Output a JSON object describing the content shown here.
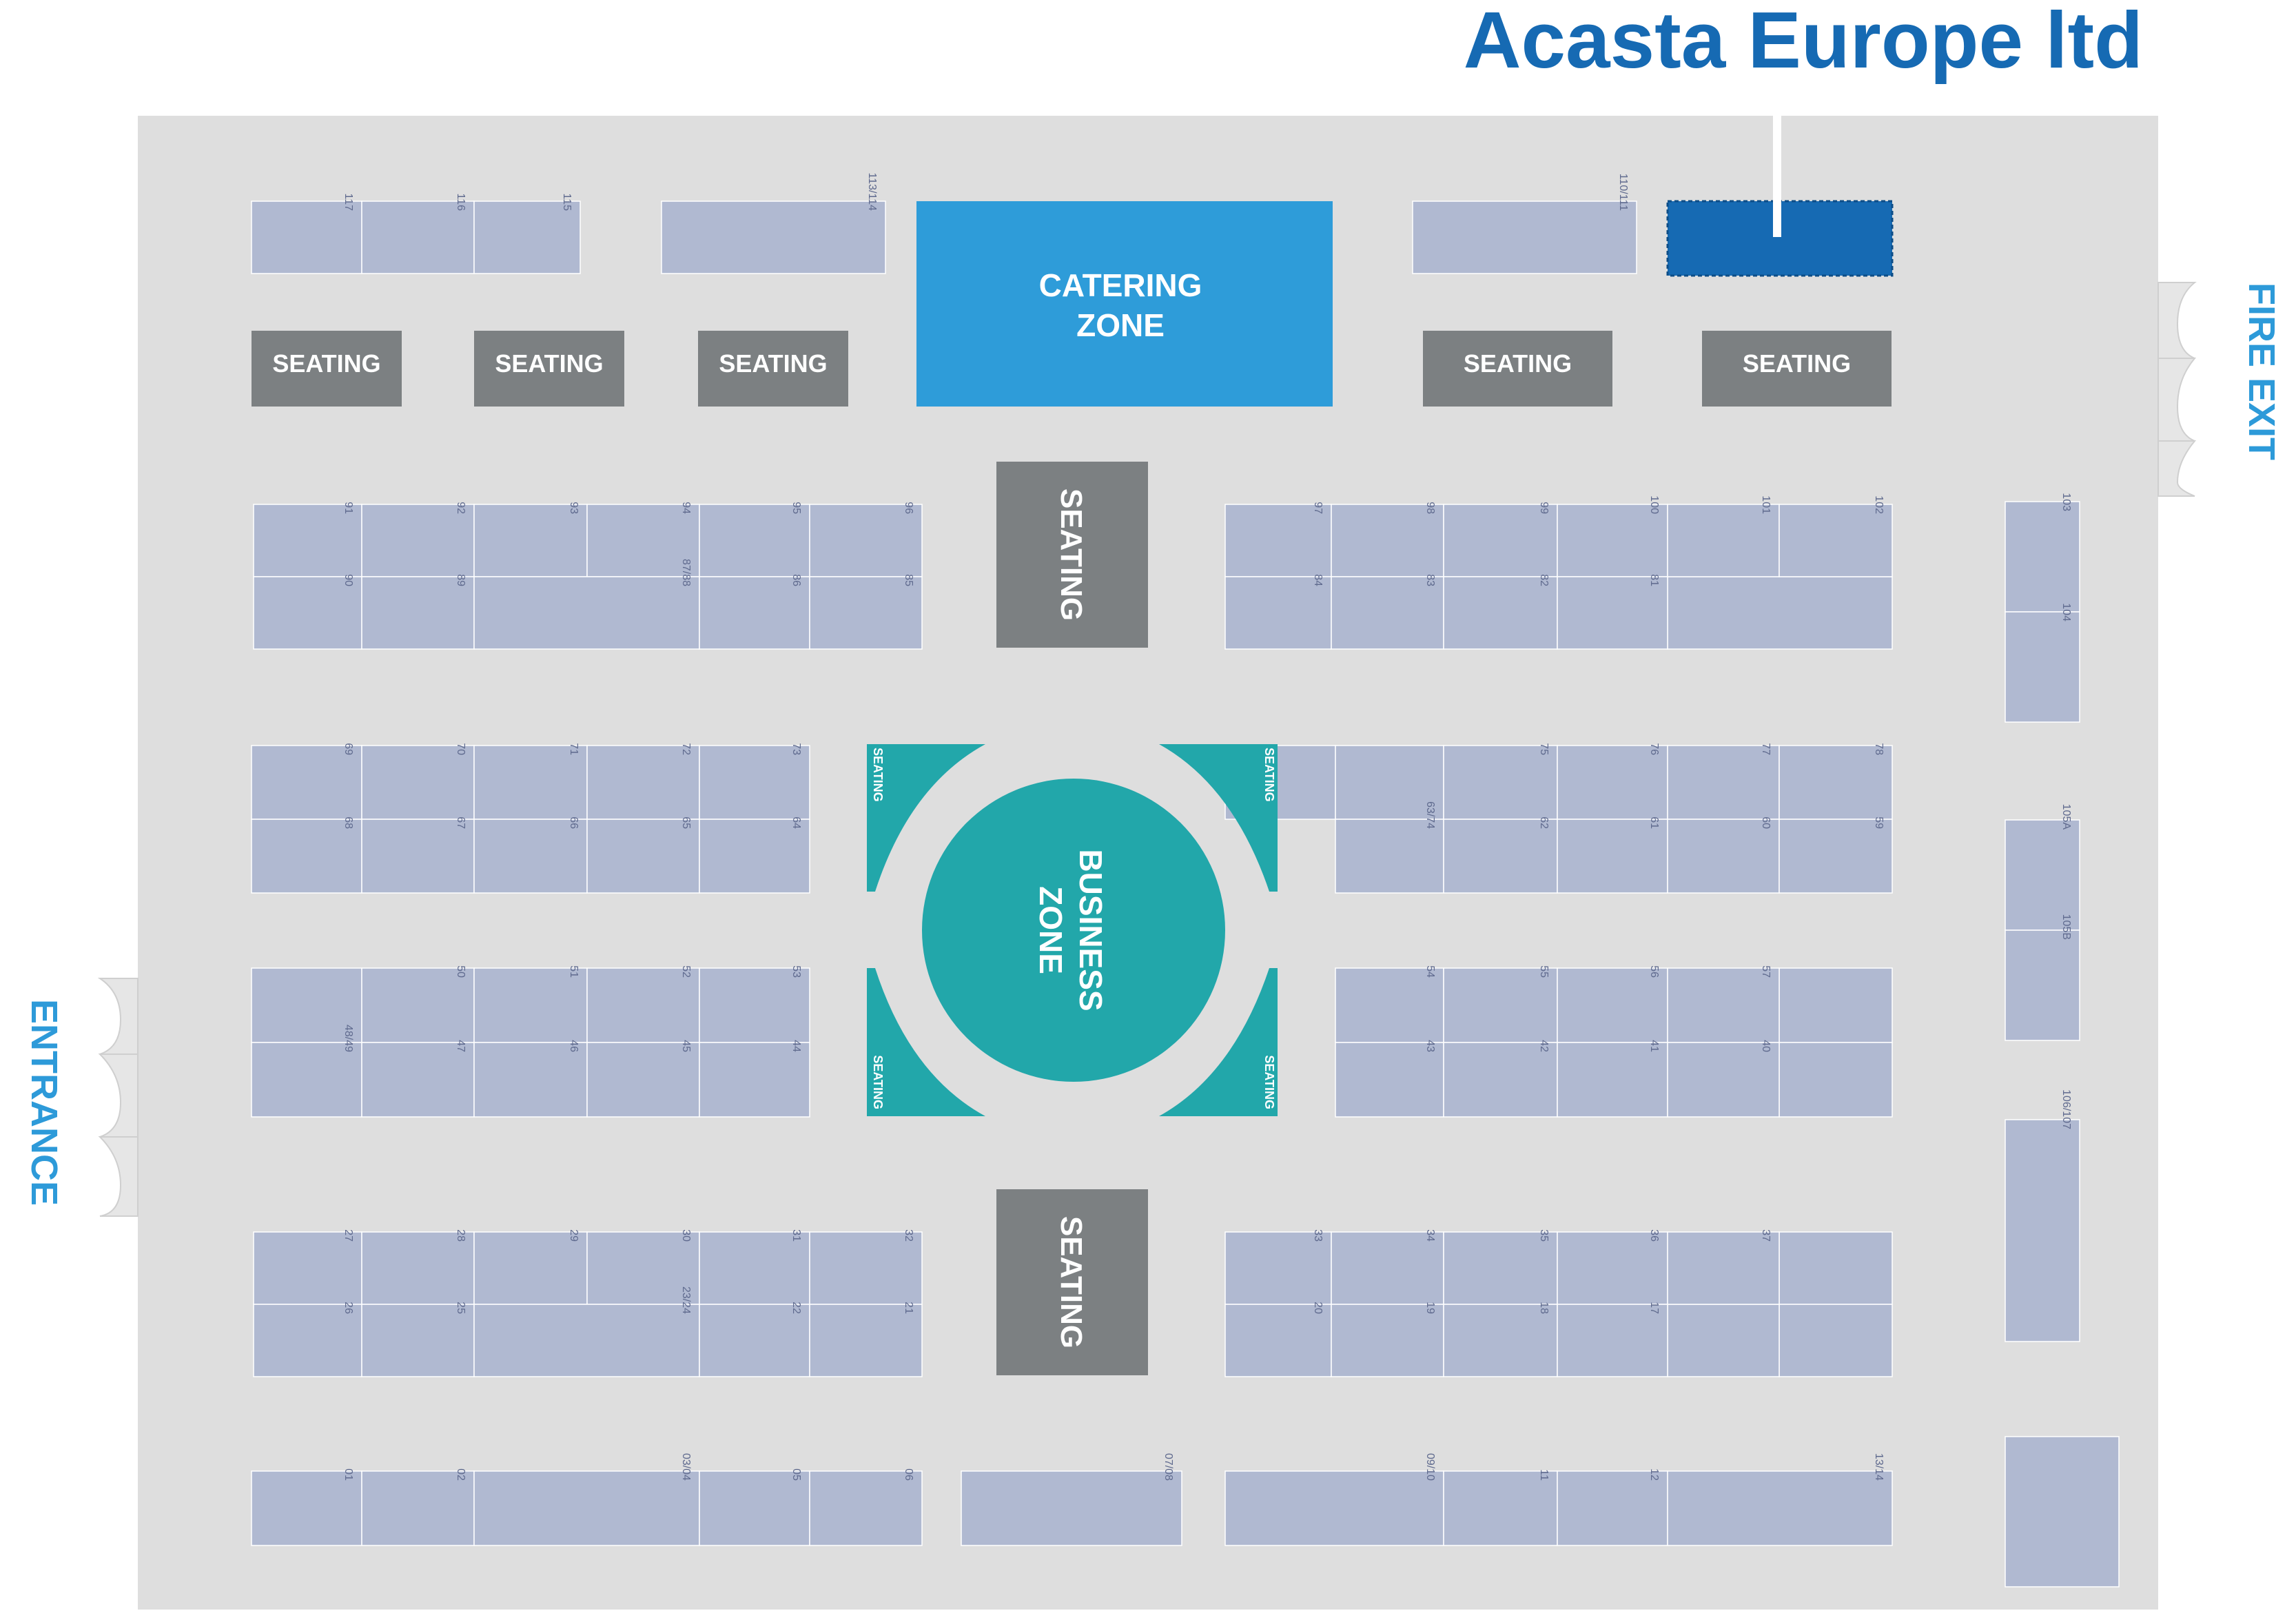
{
  "title": "Acasta Europe ltd",
  "entrance_label": "ENTRANCE",
  "fire_exit_label": "FIRE EXIT",
  "catering": {
    "line1": "CATERING",
    "line2": "ZONE"
  },
  "business": {
    "line1": "BUSINESS",
    "line2": "ZONE"
  },
  "seating_label": "SEATING",
  "colors": {
    "hall": "#dedede",
    "stand": "#b0b9d1",
    "highlight_stand": "#166ab3",
    "catering": "#2e9cd9",
    "business": "#22a7aa",
    "seating": "#7c8082",
    "title": "#166ab3",
    "side_labels": "#2e9cd9"
  },
  "stands": [
    "117",
    "116",
    "115",
    "113/114",
    "110/111",
    "91",
    "92",
    "93",
    "94",
    "95",
    "96",
    "90",
    "89",
    "87/88",
    "86",
    "85",
    "97",
    "98",
    "99",
    "100",
    "101",
    "102",
    "84",
    "83",
    "82",
    "81",
    "103",
    "104",
    "69",
    "70",
    "71",
    "72",
    "73",
    "68",
    "67",
    "66",
    "65",
    "64",
    "75",
    "76",
    "77",
    "78",
    "63/74",
    "62",
    "61",
    "60",
    "59",
    "105A",
    "105B",
    "50",
    "51",
    "52",
    "53",
    "48/49",
    "47",
    "46",
    "45",
    "44",
    "54",
    "55",
    "56",
    "57",
    "43",
    "42",
    "41",
    "40",
    "106/107",
    "27",
    "28",
    "29",
    "30",
    "31",
    "32",
    "26",
    "25",
    "23/24",
    "22",
    "21",
    "33",
    "34",
    "35",
    "36",
    "37",
    "20",
    "19",
    "18",
    "17",
    "01",
    "02",
    "03/04",
    "05",
    "06",
    "07/08",
    "09/10",
    "11",
    "12",
    "13/14"
  ]
}
